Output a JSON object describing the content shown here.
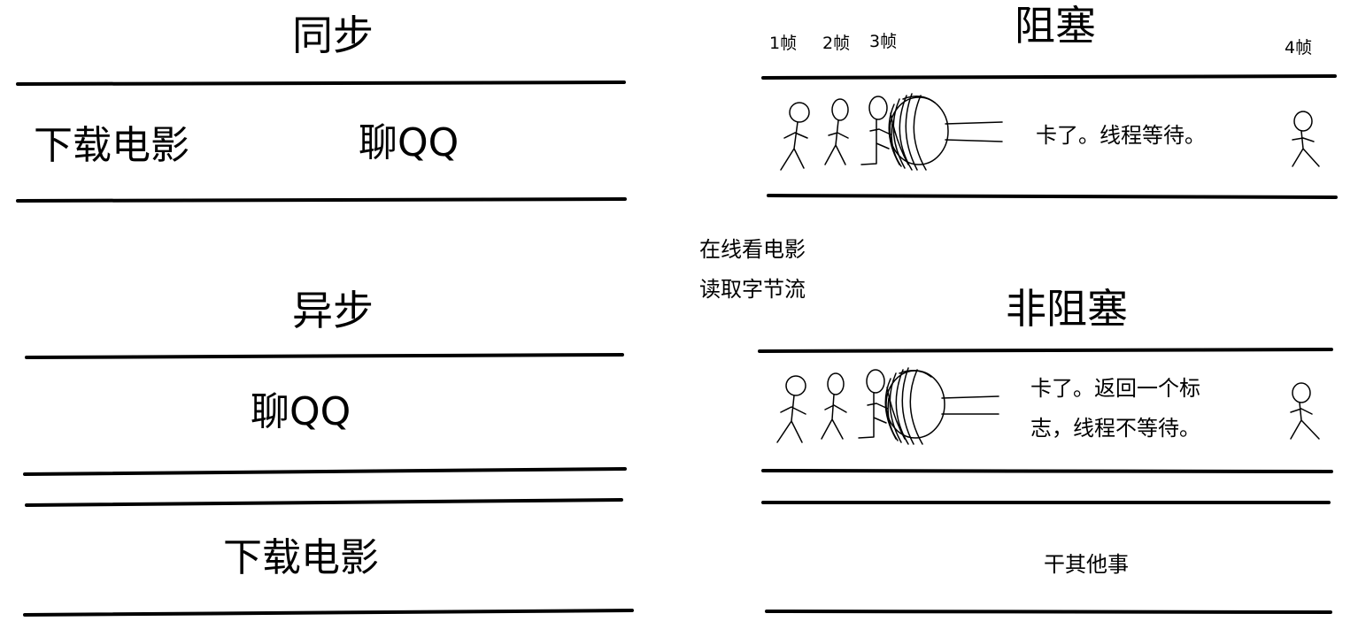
{
  "sync": {
    "title": "同步",
    "row": [
      "下载电影",
      "聊QQ"
    ]
  },
  "async": {
    "title": "异步",
    "lane1": "聊QQ",
    "lane2": "下载电影"
  },
  "middle": {
    "line1": "在线看电影",
    "line2": "读取字节流"
  },
  "blocking": {
    "title": "阻塞",
    "frames": [
      "1帧",
      "2帧",
      "3帧",
      "4帧"
    ],
    "note": "卡了。线程等待。"
  },
  "nonblocking": {
    "title": "非阻塞",
    "note_line1": "卡了。返回一个标",
    "note_line2": "志，线程不等待。",
    "other": "干其他事"
  }
}
